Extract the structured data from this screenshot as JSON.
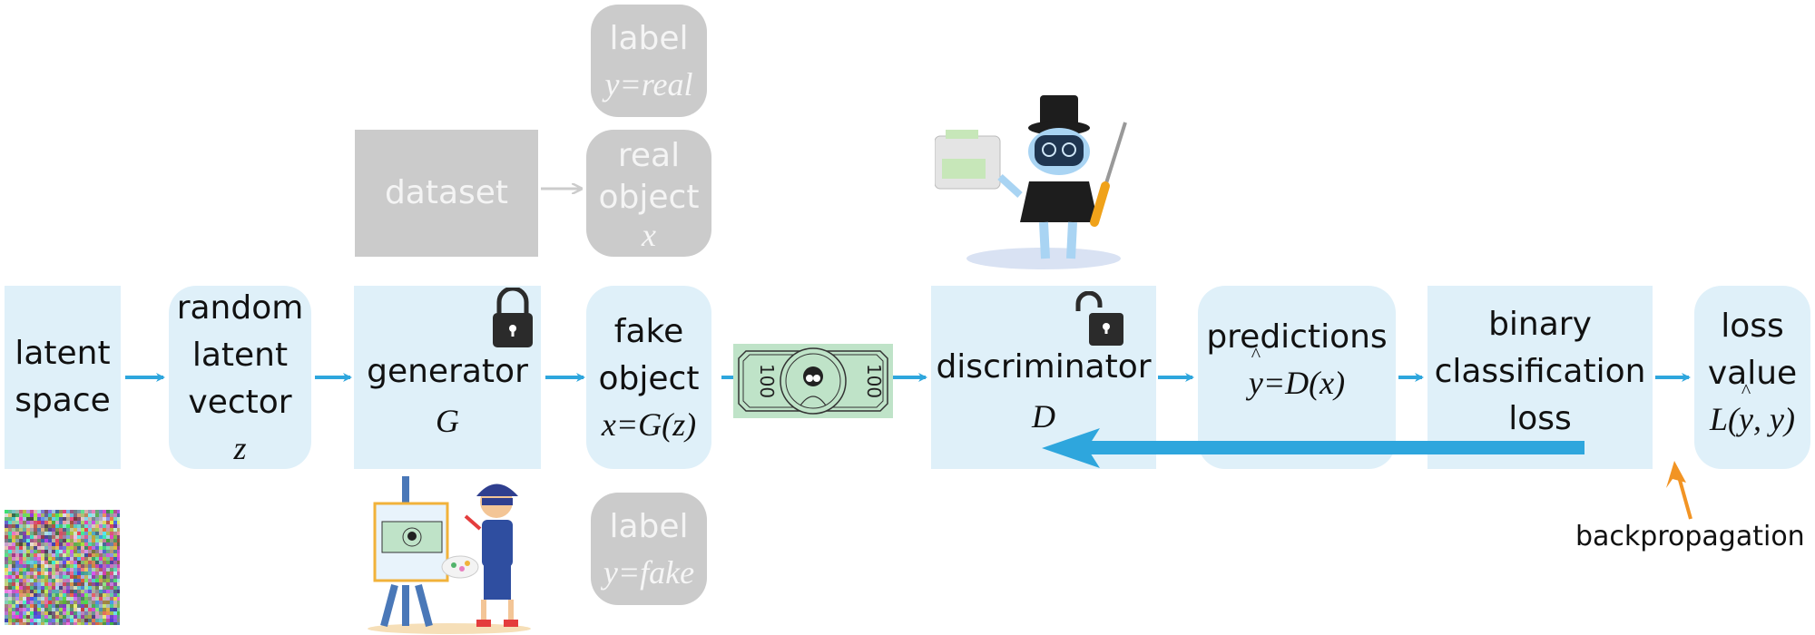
{
  "diagram": {
    "title": "GAN training pipeline (discriminator step)",
    "colors": {
      "box_fill": "#dff0f9",
      "gray_box_fill": "#cbcbcb",
      "arrow_blue": "#2ea6dd",
      "arrow_orange": "#f29424",
      "arrow_gray": "#cccccc",
      "lock_fill": "#2b2b2b",
      "bill_green": "#bfe3c8"
    },
    "nodes": {
      "latent_space": {
        "lines": [
          "latent",
          "space"
        ]
      },
      "random_vector": {
        "lines": [
          "random",
          "latent",
          "vector"
        ],
        "math": "z"
      },
      "generator": {
        "lines": [
          "generator"
        ],
        "math": "G",
        "icon": "padlock-closed"
      },
      "fake_object": {
        "lines": [
          "fake",
          "object"
        ],
        "math": "x=G(z)"
      },
      "dataset": {
        "lines": [
          "dataset"
        ]
      },
      "real_object": {
        "lines": [
          "real",
          "object"
        ],
        "math": "x"
      },
      "label_real": {
        "lines": [
          "label"
        ],
        "math": "y=real"
      },
      "label_fake": {
        "lines": [
          "label"
        ],
        "math": "y=fake"
      },
      "discriminator": {
        "lines": [
          "discriminator"
        ],
        "math": "D",
        "icon": "padlock-open"
      },
      "predictions": {
        "lines": [
          "predictions"
        ],
        "math_pre": "y",
        "math_post": "=D(x)",
        "hat": "^"
      },
      "bce_loss": {
        "lines": [
          "binary",
          "classification",
          "loss"
        ]
      },
      "loss_value": {
        "lines": [
          "loss",
          "value"
        ],
        "math_pre": "L(",
        "math_hat": "y",
        "math_post": ", y)",
        "hat": "^"
      }
    },
    "annotations": {
      "backpropagation": "backpropagation",
      "bill_left": "100",
      "bill_right": "100"
    },
    "illustrations": {
      "noise_image": "random-noise-image",
      "counterfeiter": "counterfeiter-painter-illustration",
      "detective_robot": "robot-detective-with-bill-counter"
    }
  }
}
